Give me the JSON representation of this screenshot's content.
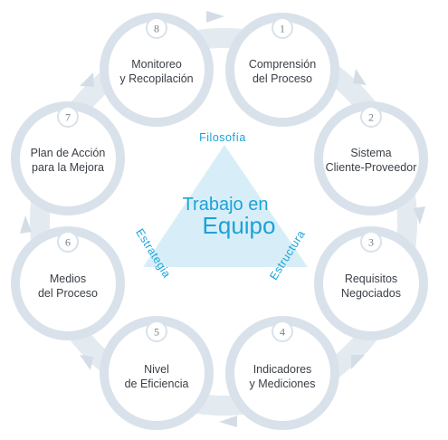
{
  "center": {
    "line1": "Trabajo en",
    "line2": "Equipo"
  },
  "edges": {
    "top": "Filosofía",
    "right": "Estructura",
    "left": "Estrategia"
  },
  "steps": [
    {
      "number": "1",
      "line1": "Comprensión",
      "line2": "del Proceso"
    },
    {
      "number": "2",
      "line1": "Sistema",
      "line2": "Cliente-Proveedor"
    },
    {
      "number": "3",
      "line1": "Requisitos",
      "line2": "Negociados"
    },
    {
      "number": "4",
      "line1": "Indicadores",
      "line2": "y Mediciones"
    },
    {
      "number": "5",
      "line1": "Nivel",
      "line2": "de Eficiencia"
    },
    {
      "number": "6",
      "line1": "Medios",
      "line2": "del Proceso"
    },
    {
      "number": "7",
      "line1": "Plan de Acción",
      "line2": "para la Mejora"
    },
    {
      "number": "8",
      "line1": "Monitoreo",
      "line2": "y Recopilación"
    }
  ],
  "colors": {
    "ring": "#d9e2ea",
    "ring_inner": "#ffffff",
    "triangle": "#d7eef8",
    "accent": "#1aa3d8",
    "text": "#3a3f46"
  }
}
